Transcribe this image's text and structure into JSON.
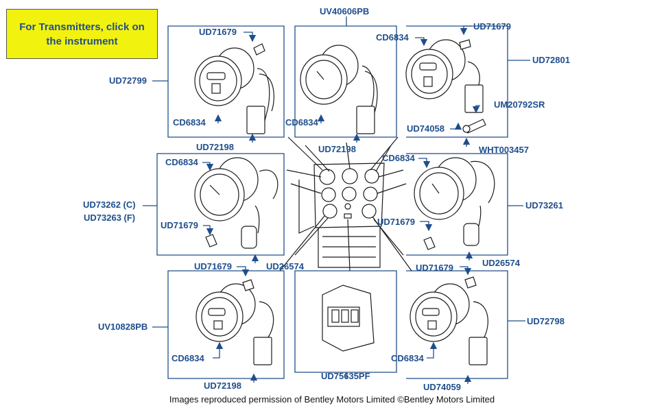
{
  "notice": {
    "line1": "For Transmitters, click on",
    "line2": "the instrument"
  },
  "labels": {
    "uv40606pb": "UV40606PB",
    "ud71679_tl": "UD71679",
    "ud72799": "UD72799",
    "cd6834_tl": "CD6834",
    "ud72198_tl": "UD72198",
    "cd6834_tc": "CD6834",
    "ud72198_tc": "UD72198",
    "cd6834_tr": "CD6834",
    "ud71679_tr": "UD71679",
    "ud72801": "UD72801",
    "um20792sr": "UM20792SR",
    "ud74058": "UD74058",
    "wht003457": "WHT003457",
    "cd6834_ml": "CD6834",
    "ud73262": "UD73262 (C)",
    "ud73263": "UD73263 (F)",
    "ud71679_ml": "UD71679",
    "cd6834_mr": "CD6834",
    "ud73261": "UD73261",
    "ud71679_mr": "UD71679",
    "ud26574_l": "UD26574",
    "ud26574_r": "UD26574",
    "ud71679_bl": "UD71679",
    "uv10828pb": "UV10828PB",
    "cd6834_bl": "CD6834",
    "ud72198_bl": "UD72198",
    "ud75635pf": "UD75635PF",
    "ud71679_br": "UD71679",
    "ud72798": "UD72798",
    "cd6834_br": "CD6834",
    "ud74059": "UD74059"
  },
  "footer": "Images reproduced permission of Bentley Motors Limited ©Bentley Motors Limited",
  "colors": {
    "label": "#1f4e8c",
    "notice_bg": "#f2f20f",
    "line": "#1a1a1a"
  }
}
